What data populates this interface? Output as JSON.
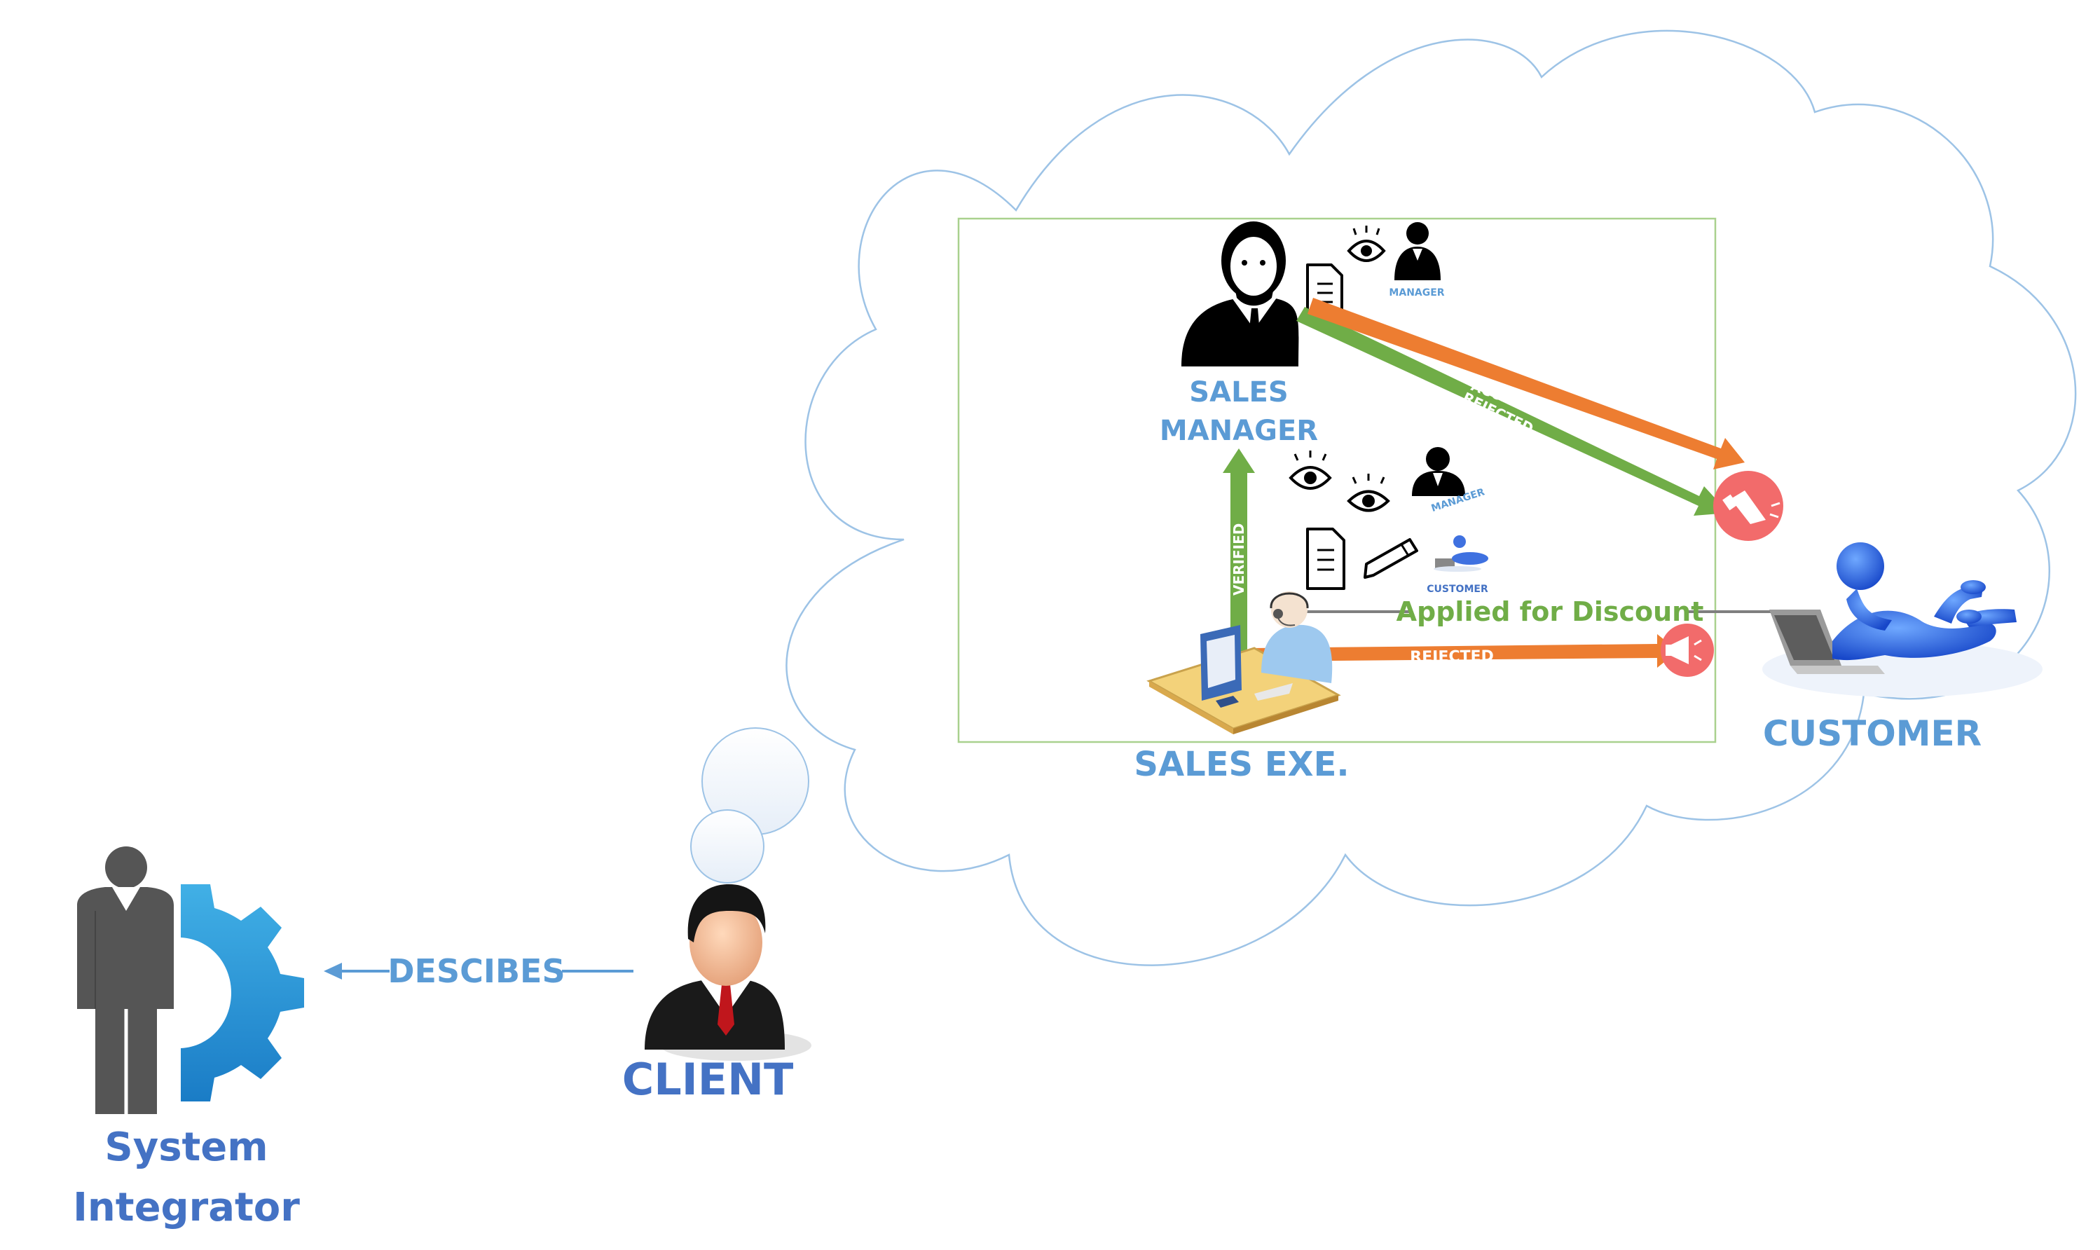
{
  "actors": {
    "system_integrator": {
      "line1": "System",
      "line2": "Integrator"
    },
    "client": "CLIENT",
    "sales_manager": {
      "line1": "SALES",
      "line2": "MANAGER"
    },
    "sales_exe": "SALES EXE.",
    "customer": "CUSTOMER"
  },
  "edges": {
    "describes": "DESCIBES",
    "verified": "VERIFIED",
    "accepted": "ACCEPTED",
    "rejected_manager": "REJECTED",
    "rejected_exe": "REJECTED",
    "applied_for_discount": "Applied for Discount"
  },
  "icon_captions": {
    "manager_top": "MANAGER",
    "manager_mid": "MANAGER",
    "customer_small": "CUSTOMER"
  },
  "colors": {
    "label_blue": "#4472c4",
    "light_blue": "#5b9bd5",
    "green": "#70ad47",
    "orange": "#ed7d31",
    "cloud_stroke": "#9dc3e6",
    "red_circle": "#f26b6b"
  }
}
